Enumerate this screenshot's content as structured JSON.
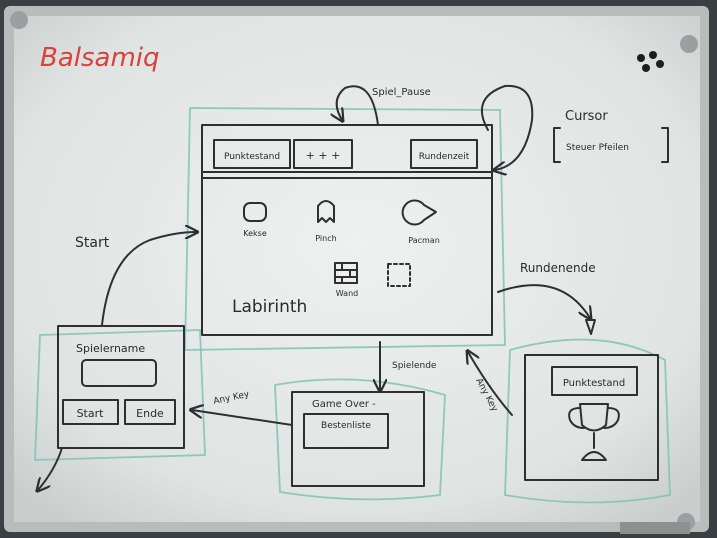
{
  "title": "Balsamiq",
  "main_screen": {
    "toolbar": [
      "Punktestand",
      "+ + +",
      "Rundenzeit"
    ],
    "characters": [
      "Kekse",
      "Pinch",
      "Pacman",
      "Wand"
    ],
    "area_label": "Labirinth"
  },
  "annotations": {
    "self_loop": "Spiel_Pause",
    "cursor": "Cursor",
    "cursor_sub": "Steuer Pfeilen",
    "start_arrow": "Start",
    "round_arrow": "Rundenende",
    "game_end_arrow": "Spielende",
    "any_key_left": "Any Key",
    "any_key_right": "Any Key"
  },
  "start_screen": {
    "label": "Spielername",
    "start_button": "Start",
    "end_button": "Ende"
  },
  "game_over_screen": {
    "label": "Game Over -",
    "list_label": "Bestenliste"
  },
  "round_screen": {
    "label": "Punktestand"
  },
  "colors": {
    "title": "#d9413b",
    "ink": "#2f2f2f",
    "teal": "#7fc2b6"
  }
}
